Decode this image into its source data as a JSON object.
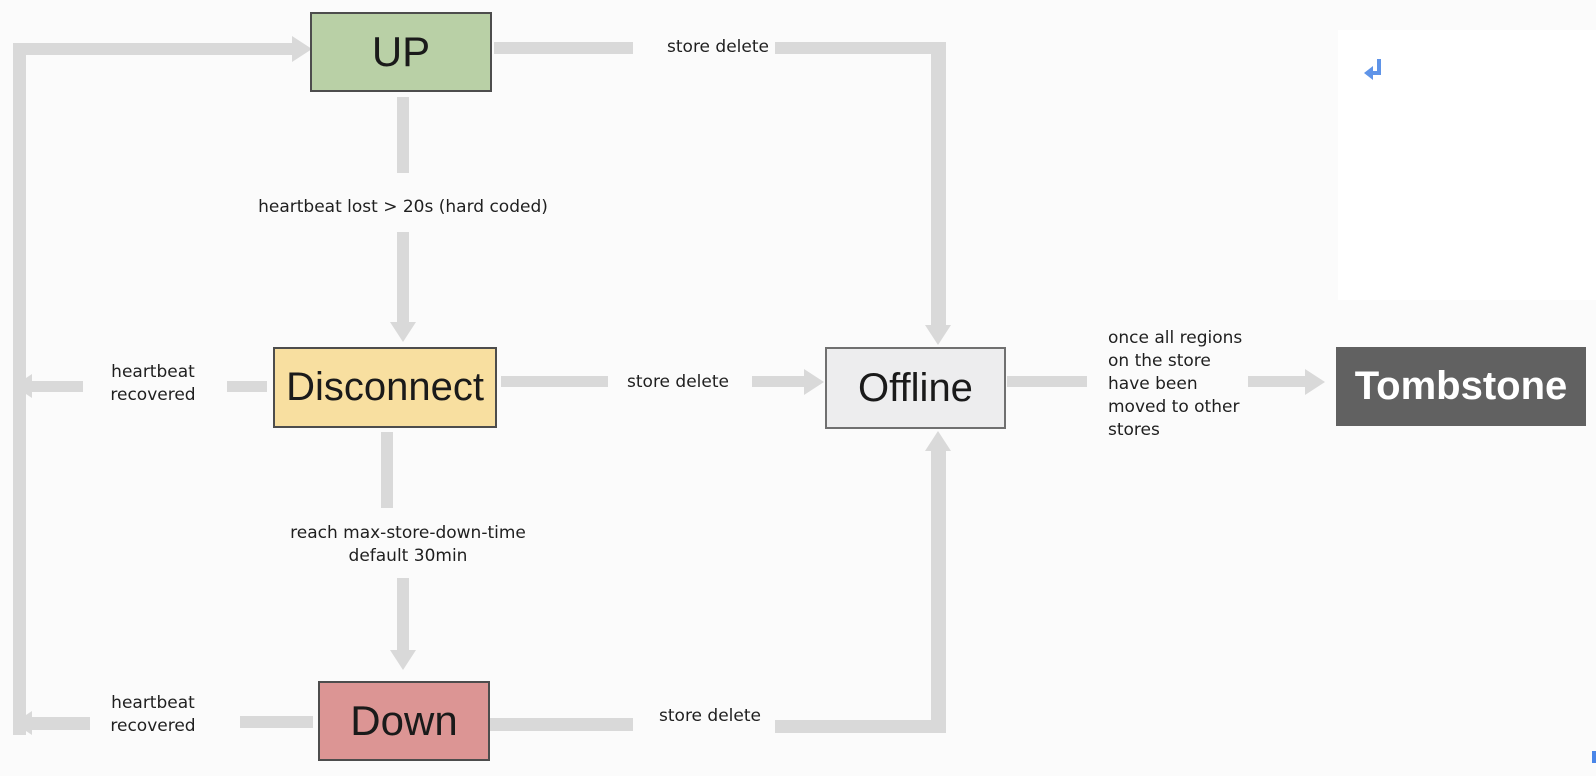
{
  "diagram": {
    "type": "state-machine-flowchart",
    "nodes": {
      "up": {
        "label": "UP",
        "fill": "#b9d0a6",
        "text_color": "#1a1a1a"
      },
      "disconnect": {
        "label": "Disconnect",
        "fill": "#f8dfa0",
        "text_color": "#1a1a1a"
      },
      "down": {
        "label": "Down",
        "fill": "#dc9594",
        "text_color": "#1a1a1a"
      },
      "offline": {
        "label": "Offline",
        "fill": "#ededee",
        "text_color": "#1a1a1a"
      },
      "tombstone": {
        "label": "Tombstone",
        "fill": "#616161",
        "text_color": "#ffffff"
      }
    },
    "edges": {
      "up_to_offline": {
        "from": "UP",
        "to": "Offline",
        "label": "store delete"
      },
      "up_to_disconnect": {
        "from": "UP",
        "to": "Disconnect",
        "label": "heartbeat lost > 20s (hard coded)"
      },
      "disconnect_to_up": {
        "from": "Disconnect",
        "to": "UP",
        "label": "heartbeat\nrecovered"
      },
      "disconnect_to_offline": {
        "from": "Disconnect",
        "to": "Offline",
        "label": "store delete"
      },
      "disconnect_to_down": {
        "from": "Disconnect",
        "to": "Down",
        "label": "reach max-store-down-time\ndefault 30min"
      },
      "down_to_up": {
        "from": "Down",
        "to": "UP",
        "label": "heartbeat\nrecovered"
      },
      "down_to_offline": {
        "from": "Down",
        "to": "Offline",
        "label": "store delete"
      },
      "offline_to_tombstone": {
        "from": "Offline",
        "to": "Tombstone",
        "label": "once all regions\non the store\nhave been\nmoved to other\nstores"
      }
    },
    "icons": {
      "return_arrow": "↵"
    },
    "colors": {
      "background": "#fbfbfb",
      "panel": "#ffffff",
      "edge": "#d9d9d9",
      "return_icon": "#5f94e8",
      "cursor_fragment": "#4a86e8"
    }
  }
}
